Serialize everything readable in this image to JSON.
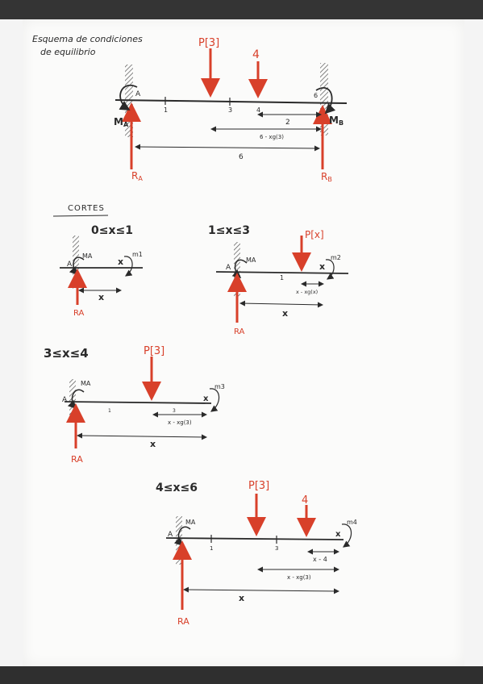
{
  "title": {
    "line1": "Esquema de condiciones",
    "line2": "de equilibrio"
  },
  "main_diagram": {
    "loads": {
      "p3": "P[3]",
      "four": "4"
    },
    "points": {
      "a": "A",
      "one": "1",
      "three": "3",
      "four": "4",
      "six": "6"
    },
    "labels": {
      "ma": "M",
      "ma_sub": "A",
      "mb": "M",
      "mb_sub": "B",
      "ra": "R",
      "ra_sub": "A",
      "rb": "R",
      "rb_sub": "B"
    },
    "dims": {
      "two": "2",
      "six_minus": "6 - xg(3)",
      "six": "6"
    }
  },
  "cortes": {
    "heading": "CORTES"
  },
  "section1": {
    "range": "0≤x≤1",
    "a": "A",
    "ma": "MA",
    "x_mark": "x",
    "m": "m1",
    "ra": "RA",
    "x_dim": "x"
  },
  "section2": {
    "range": "1≤x≤3",
    "load": "P[x]",
    "a": "A",
    "ma": "MA",
    "one": "1",
    "x_mark": "x",
    "m": "m2",
    "x_dim_small": "x - xg(x)",
    "x_dim": "x",
    "ra": "RA"
  },
  "section3": {
    "range": "3≤x≤4",
    "load": "P[3]",
    "a": "A",
    "ma": "MA",
    "one": "1",
    "three": "3",
    "x_mark": "x",
    "m": "m3",
    "x_dim_small": "x - xg(3)",
    "x_dim": "x",
    "ra": "RA"
  },
  "section4": {
    "range": "4≤x≤6",
    "load1": "P[3]",
    "load2": "4",
    "a": "A",
    "ma": "MA",
    "one": "1",
    "three": "3",
    "x_mark": "x",
    "m": "m4",
    "x_dim_4": "x - 4",
    "x_dim_small": "x - xg(3)",
    "x_dim": "x",
    "ra": "RA"
  },
  "colors": {
    "ink": "#2a2a2a",
    "red": "#d8402a",
    "paper": "#fbfbfa"
  }
}
